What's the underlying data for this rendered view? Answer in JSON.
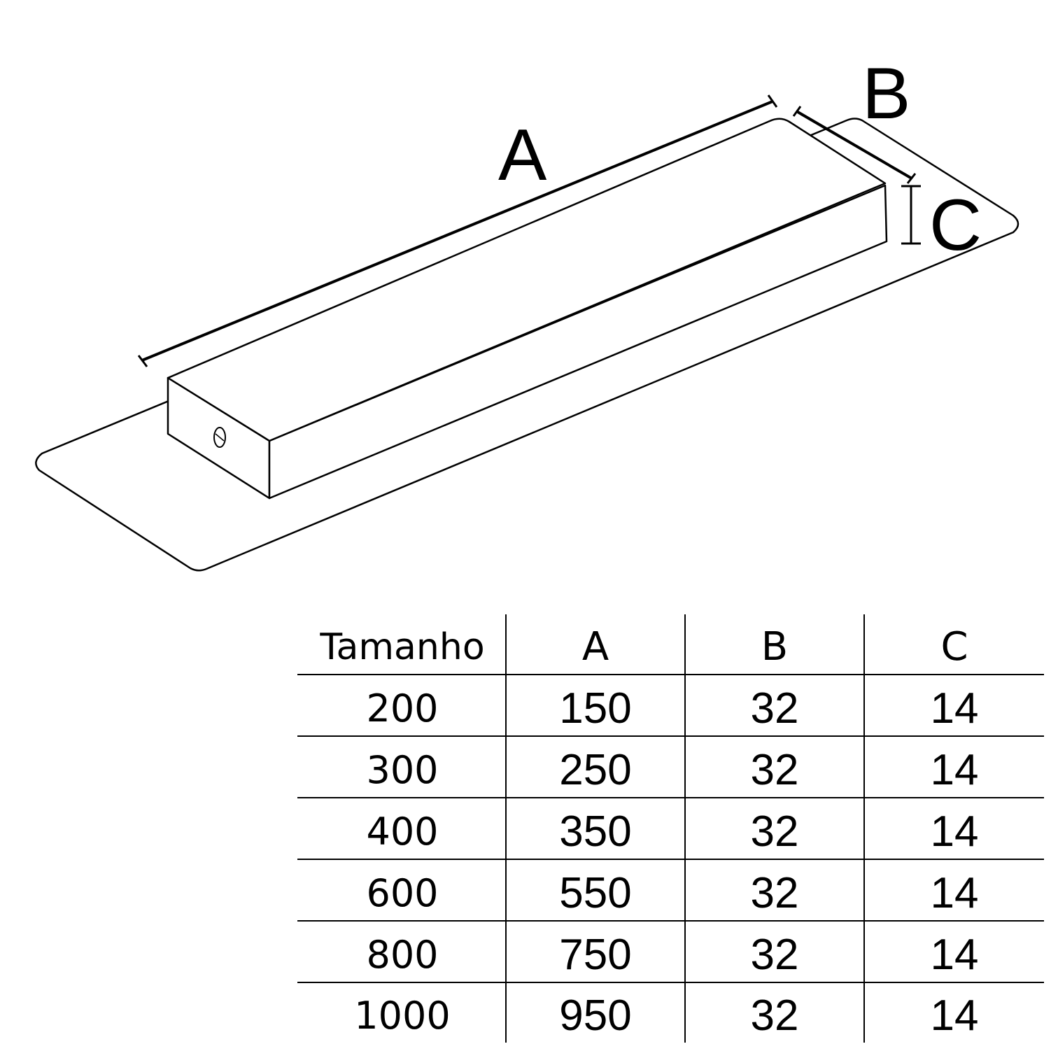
{
  "diagram": {
    "labels": {
      "a": "A",
      "b": "B",
      "c": "C"
    },
    "line_color": "#000000"
  },
  "table": {
    "headers": [
      "Tamanho",
      "A",
      "B",
      "C"
    ],
    "rows": [
      [
        "200",
        "150",
        "32",
        "14"
      ],
      [
        "300",
        "250",
        "32",
        "14"
      ],
      [
        "400",
        "350",
        "32",
        "14"
      ],
      [
        "600",
        "550",
        "32",
        "14"
      ],
      [
        "800",
        "750",
        "32",
        "14"
      ],
      [
        "1000",
        "950",
        "32",
        "14"
      ]
    ]
  }
}
